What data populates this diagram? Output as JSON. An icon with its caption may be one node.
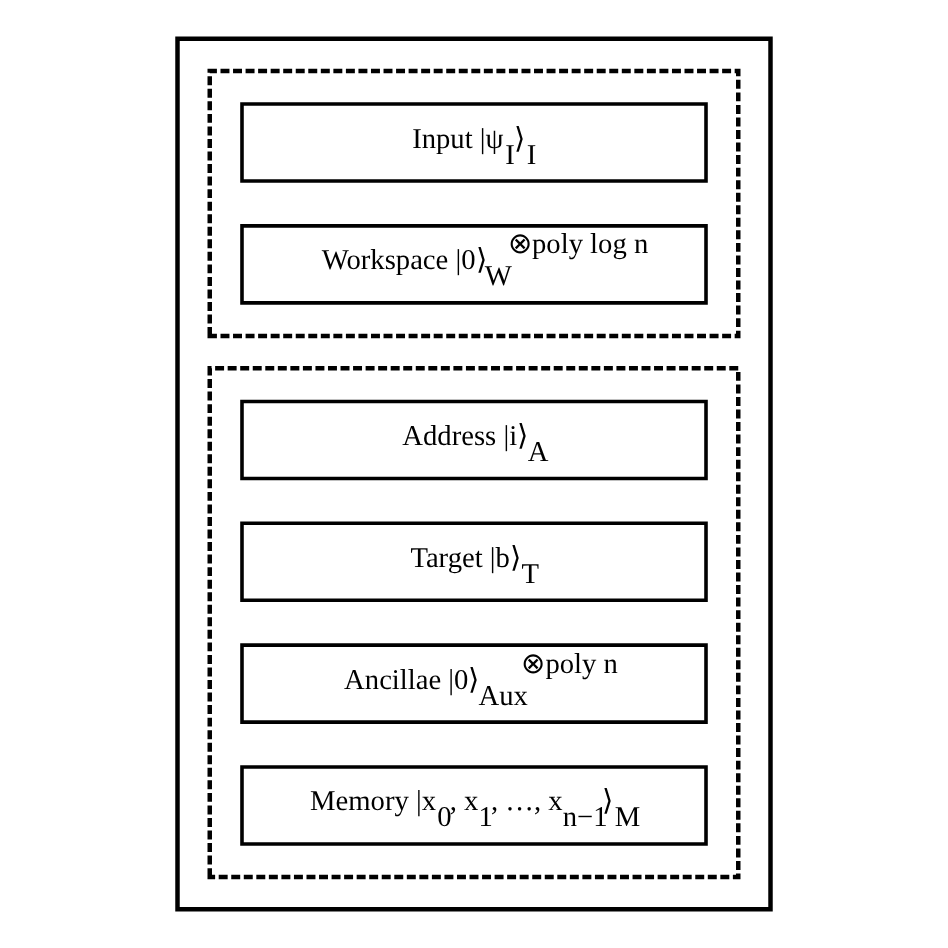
{
  "diagram": {
    "nodes": [
      {
        "text": [],
        "shape": "box"
      },
      {
        "text": [],
        "shape": "box",
        "in": 0
      },
      {
        "text": [
          "Input |ψ$_{I}$⟩$_{I}$"
        ],
        "in": 1
      },
      {
        "text": [
          "Workspace |0⟩$_{W}$$^{⊗poly log n}$"
        ],
        "in": 1
      },
      {
        "text": [],
        "shape": "box",
        "in": 0
      },
      {
        "text": [
          "Address |i⟩$_{A}$"
        ],
        "in": 4
      },
      {
        "text": [
          "Target |b⟩$_{T}$"
        ],
        "in": 4
      },
      {
        "text": [
          "Ancillae |0⟩$_{Aux}$$^{⊗poly n}$"
        ],
        "in": 4
      },
      {
        "text": [
          "Memory |x$_{0}$, x$_{1}$, …, x$_{n−1}$⟩$_{M}$"
        ],
        "in": 4
      }
    ],
    "edges": []
  }
}
